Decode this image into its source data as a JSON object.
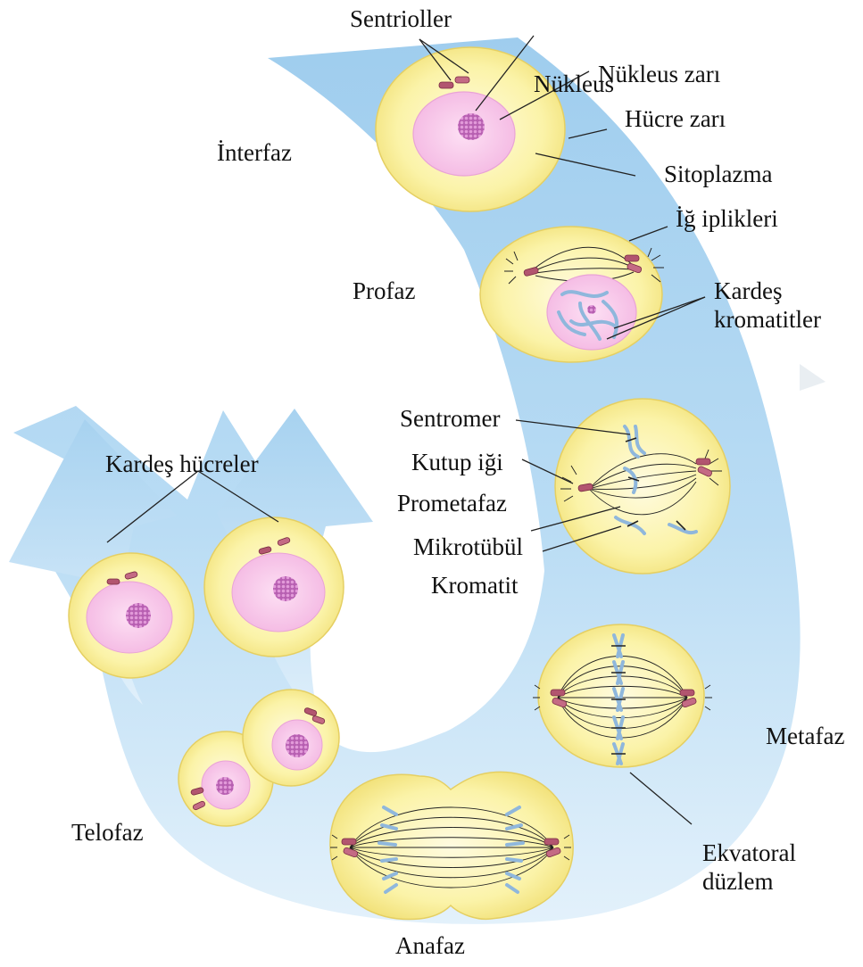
{
  "colors": {
    "arrow_light": "#dbeefa",
    "arrow_dark": "#9fcdee",
    "cytoplasm": "#fbf3a8",
    "cytoplasm_edge": "#e8d56a",
    "nucleus": "#f7c7ea",
    "nucleolus": "#c874c2",
    "centriole": "#b2556f",
    "chromatid": "#8fb7dc",
    "line": "#222222"
  },
  "labels": {
    "sentrioller": "Sentrioller",
    "nukleus": "Nükleus",
    "nukleus_zari": "Nükleus zarı",
    "hucre_zari": "Hücre zarı",
    "interfaz": "İnterfaz",
    "sitoplazma": "Sitoplazma",
    "ig_iplikleri": "İğ iplikleri",
    "profaz": "Profaz",
    "kardes_kromatitler": "Kardeş\nkromatitler",
    "sentromer": "Sentromer",
    "kardes_hucreler": "Kardeş hücreler",
    "kutup_igi": "Kutup iği",
    "prometafaz": "Prometafaz",
    "mikrotubul": "Mikrotübül",
    "kromatit": "Kromatit",
    "metafaz": "Metafaz",
    "telofaz": "Telofaz",
    "ekvatoral_duzlem": "Ekvatoral\ndüzlem",
    "anafaz": "Anafaz"
  }
}
